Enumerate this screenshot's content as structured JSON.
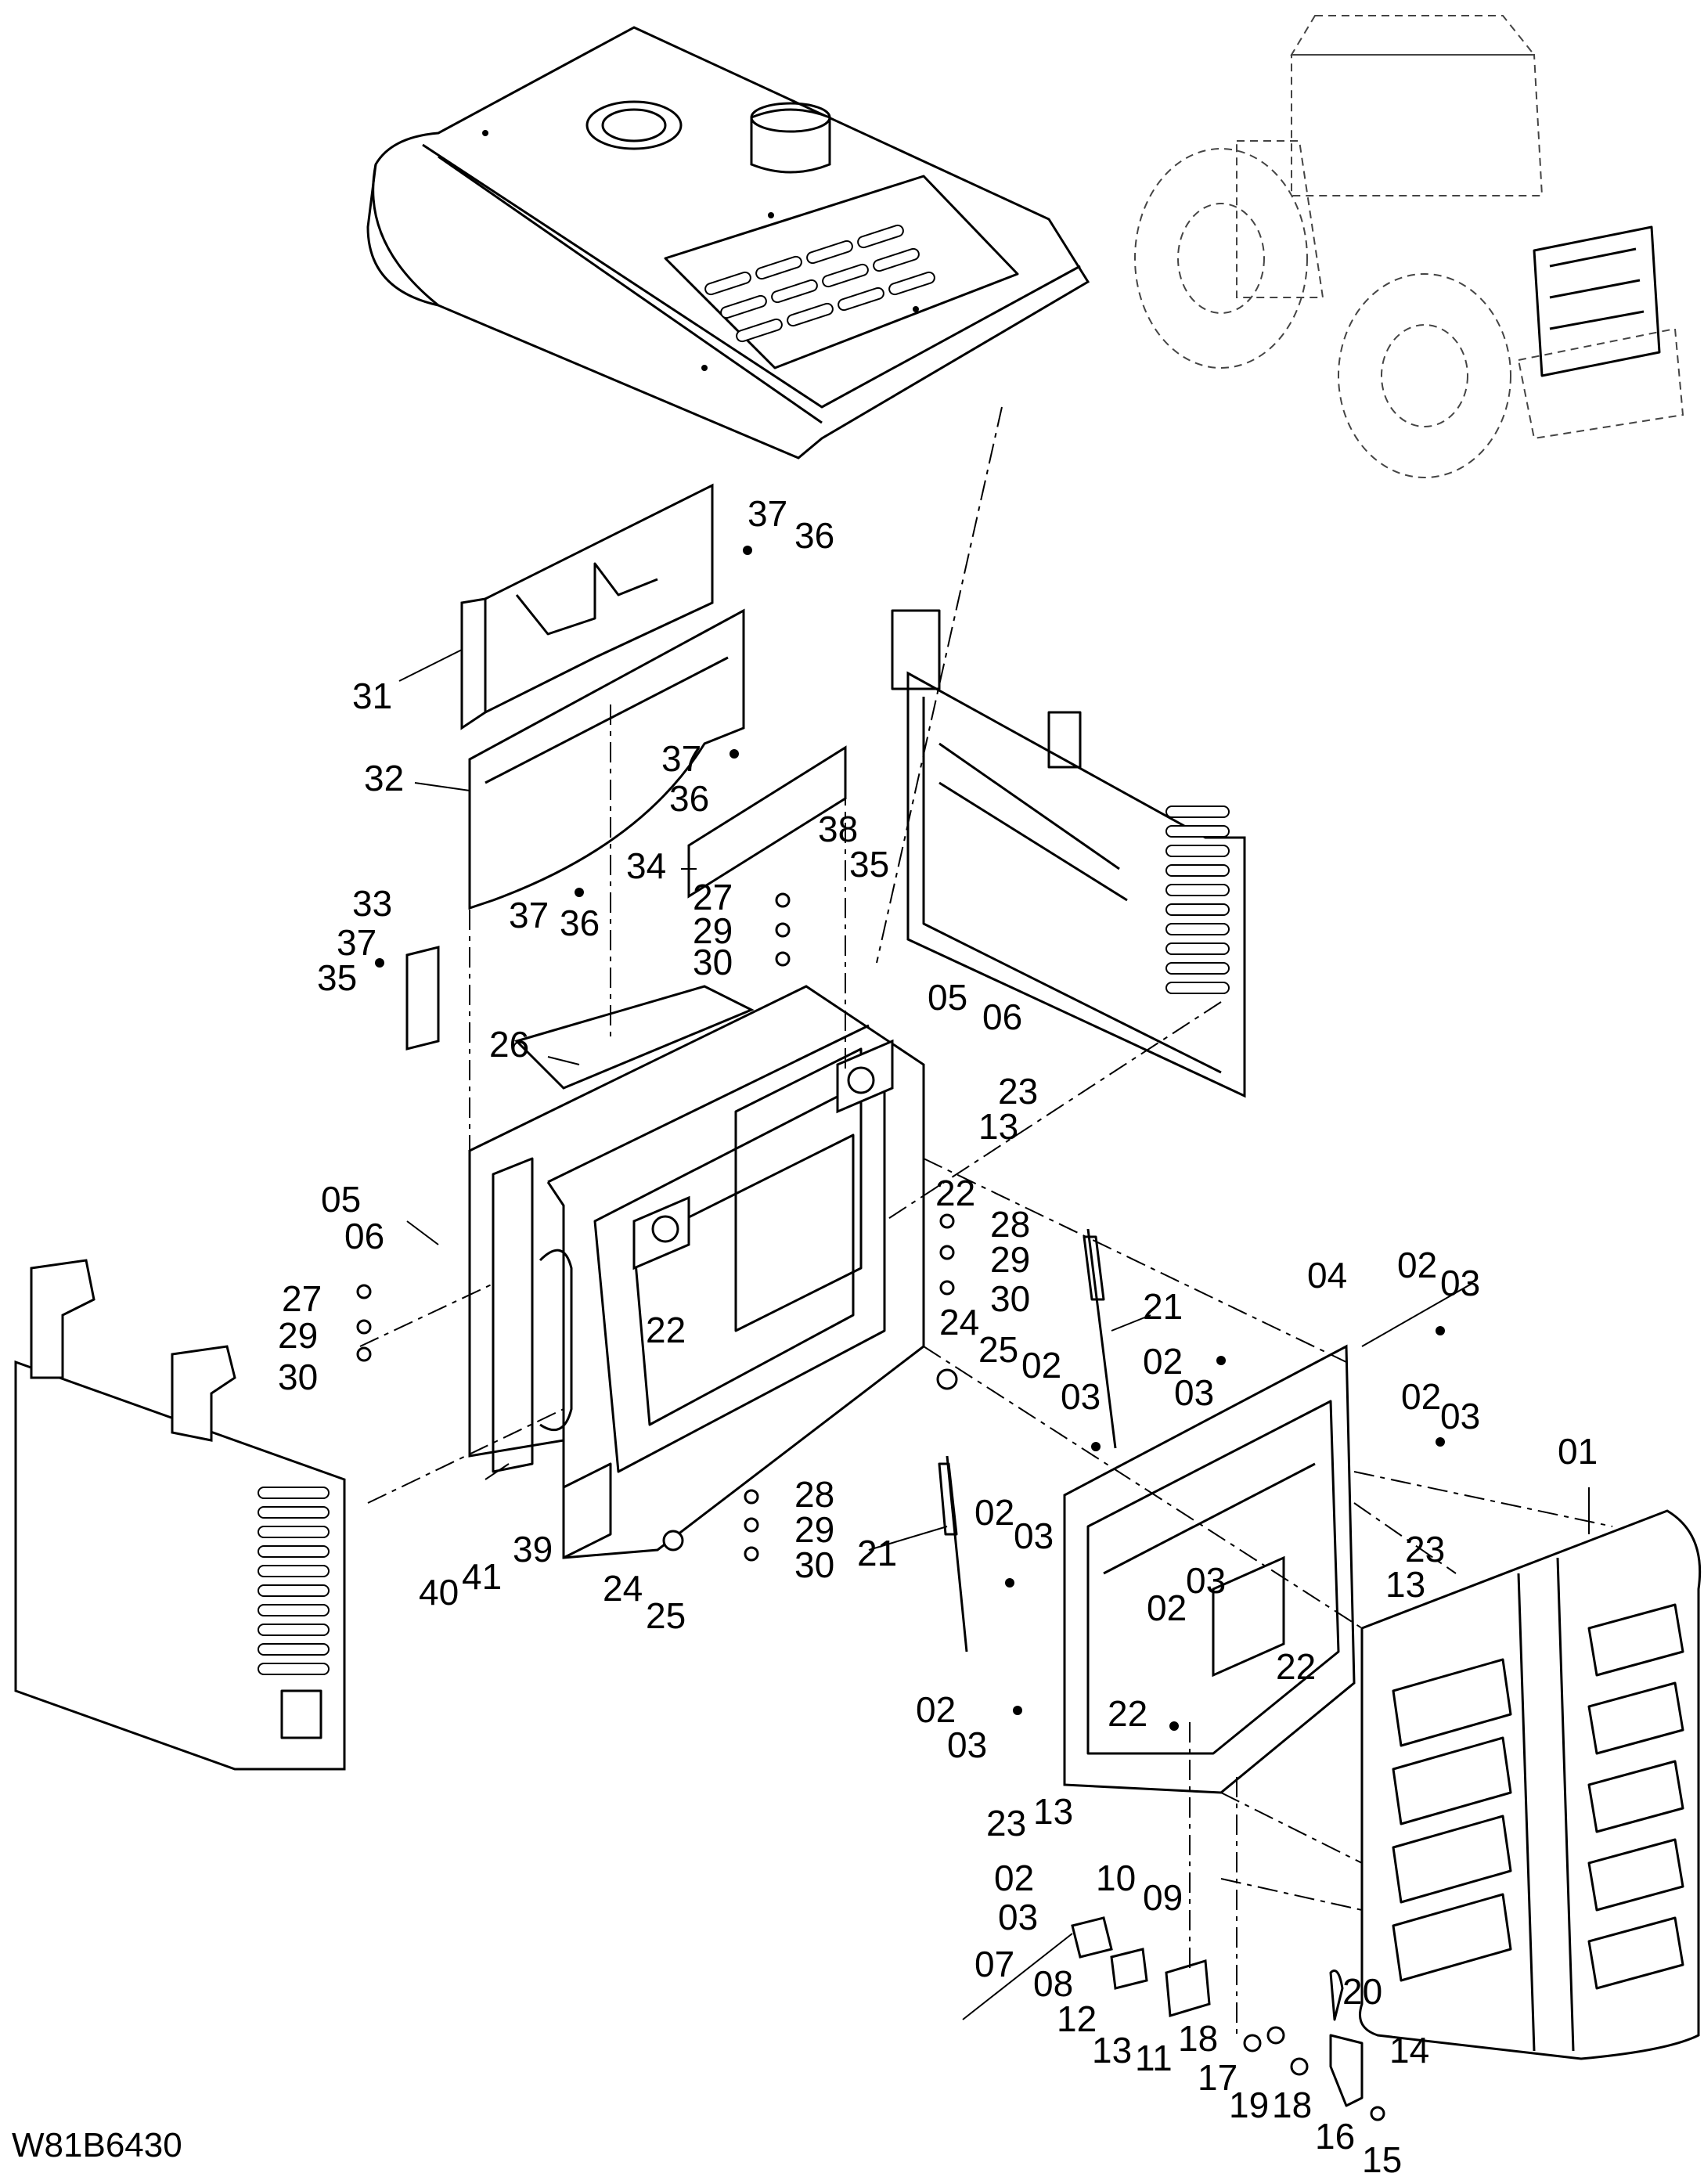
{
  "drawing_code": "W81B6430",
  "callouts": [
    {
      "id": "c37a",
      "text": "37"
    },
    {
      "id": "c36a",
      "text": "36"
    },
    {
      "id": "c31",
      "text": "31"
    },
    {
      "id": "c32",
      "text": "32"
    },
    {
      "id": "c37b",
      "text": "37"
    },
    {
      "id": "c36b",
      "text": "36"
    },
    {
      "id": "c38",
      "text": "38"
    },
    {
      "id": "c35a",
      "text": "35"
    },
    {
      "id": "c34",
      "text": "34"
    },
    {
      "id": "c37c",
      "text": "37"
    },
    {
      "id": "c36c",
      "text": "36"
    },
    {
      "id": "c33",
      "text": "33"
    },
    {
      "id": "c37d",
      "text": "37"
    },
    {
      "id": "c35b",
      "text": "35"
    },
    {
      "id": "c27a",
      "text": "27"
    },
    {
      "id": "c29a",
      "text": "29"
    },
    {
      "id": "c30a",
      "text": "30"
    },
    {
      "id": "c26",
      "text": "26"
    },
    {
      "id": "c05a",
      "text": "05"
    },
    {
      "id": "c06a",
      "text": "06"
    },
    {
      "id": "c23a",
      "text": "23"
    },
    {
      "id": "c13a",
      "text": "13"
    },
    {
      "id": "c05b",
      "text": "05"
    },
    {
      "id": "c06b",
      "text": "06"
    },
    {
      "id": "c22a",
      "text": "22"
    },
    {
      "id": "c28a",
      "text": "28"
    },
    {
      "id": "c29b",
      "text": "29"
    },
    {
      "id": "c30b",
      "text": "30"
    },
    {
      "id": "c22b",
      "text": "22"
    },
    {
      "id": "c27b",
      "text": "27"
    },
    {
      "id": "c29c",
      "text": "29"
    },
    {
      "id": "c30c",
      "text": "30"
    },
    {
      "id": "c24a",
      "text": "24"
    },
    {
      "id": "c25a",
      "text": "25"
    },
    {
      "id": "c04",
      "text": "04"
    },
    {
      "id": "c02a",
      "text": "02"
    },
    {
      "id": "c03a",
      "text": "03"
    },
    {
      "id": "c21a",
      "text": "21"
    },
    {
      "id": "c02b",
      "text": "02"
    },
    {
      "id": "c03b",
      "text": "03"
    },
    {
      "id": "c02c",
      "text": "02"
    },
    {
      "id": "c03c",
      "text": "03"
    },
    {
      "id": "c02d",
      "text": "02"
    },
    {
      "id": "c03d",
      "text": "03"
    },
    {
      "id": "c23b",
      "text": "23"
    },
    {
      "id": "c13b",
      "text": "13"
    },
    {
      "id": "c01",
      "text": "01"
    },
    {
      "id": "c28b",
      "text": "28"
    },
    {
      "id": "c29d",
      "text": "29"
    },
    {
      "id": "c30d",
      "text": "30"
    },
    {
      "id": "c39",
      "text": "39"
    },
    {
      "id": "c40",
      "text": "40"
    },
    {
      "id": "c41",
      "text": "41"
    },
    {
      "id": "c24b",
      "text": "24"
    },
    {
      "id": "c25b",
      "text": "25"
    },
    {
      "id": "c21b",
      "text": "21"
    },
    {
      "id": "c02e",
      "text": "02"
    },
    {
      "id": "c03e",
      "text": "03"
    },
    {
      "id": "c02f",
      "text": "02"
    },
    {
      "id": "c03f",
      "text": "03"
    },
    {
      "id": "c22c",
      "text": "22"
    },
    {
      "id": "c23c",
      "text": "23"
    },
    {
      "id": "c13c",
      "text": "13"
    },
    {
      "id": "c22d",
      "text": "22"
    },
    {
      "id": "c02g",
      "text": "02"
    },
    {
      "id": "c03g",
      "text": "03"
    },
    {
      "id": "c23d",
      "text": "23"
    },
    {
      "id": "c13d",
      "text": "13"
    },
    {
      "id": "c02h",
      "text": "02"
    },
    {
      "id": "c03h",
      "text": "03"
    },
    {
      "id": "c10",
      "text": "10"
    },
    {
      "id": "c09",
      "text": "09"
    },
    {
      "id": "c07",
      "text": "07"
    },
    {
      "id": "c08",
      "text": "08"
    },
    {
      "id": "c12",
      "text": "12"
    },
    {
      "id": "c13e",
      "text": "13"
    },
    {
      "id": "c11",
      "text": "11"
    },
    {
      "id": "c18a",
      "text": "18"
    },
    {
      "id": "c17",
      "text": "17"
    },
    {
      "id": "c19",
      "text": "19"
    },
    {
      "id": "c18b",
      "text": "18"
    },
    {
      "id": "c20",
      "text": "20"
    },
    {
      "id": "c14",
      "text": "14"
    },
    {
      "id": "c16",
      "text": "16"
    },
    {
      "id": "c15",
      "text": "15"
    }
  ]
}
